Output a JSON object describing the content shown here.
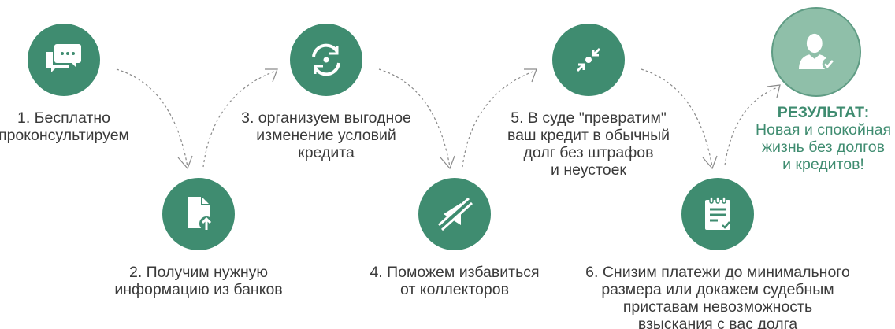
{
  "theme": {
    "accent": "#3f8c70",
    "result_fill": "#8fbfa9",
    "text": "#3a3a3a"
  },
  "steps": [
    {
      "icon": "chat-bubbles-icon",
      "lines": [
        "1. Бесплатно",
        "проконсультируем"
      ]
    },
    {
      "icon": "document-upload-icon",
      "lines": [
        "2. Получим нужную",
        "информацию из банков"
      ]
    },
    {
      "icon": "refresh-cycle-icon",
      "lines": [
        "3. организуем выгодное",
        "изменение условий",
        "кредита"
      ]
    },
    {
      "icon": "muted-speaker-icon",
      "lines": [
        "4. Поможем избавиться",
        "от коллекторов"
      ]
    },
    {
      "icon": "compress-arrows-icon",
      "lines": [
        "5. В суде \"превратим\"",
        "ваш кредит в обычный",
        "долг без штрафов",
        "и неустоек"
      ]
    },
    {
      "icon": "checklist-notepad-icon",
      "lines": [
        "6. Снизим платежи до минимального",
        "размера или докажем судебным",
        "приставам невозможность",
        "взыскания с вас долга"
      ]
    }
  ],
  "result": {
    "icon": "user-check-icon",
    "title": "РЕЗУЛЬТАТ:",
    "lines": [
      "Новая и спокойная",
      "жизнь без долгов",
      "и кредитов!"
    ]
  }
}
